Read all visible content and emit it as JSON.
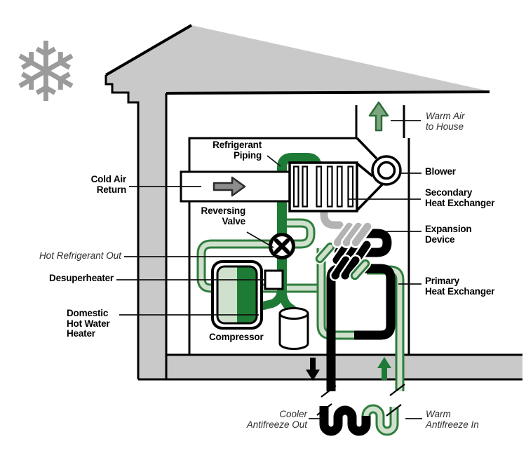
{
  "diagram": {
    "title": "Geothermal heat pump heating-cycle diagram (cutaway house)",
    "season_icon": "snowflake",
    "snowflake_glyph": "❄",
    "labels": {
      "refrigerant_piping": "Refrigerant\nPiping",
      "cold_air_return": "Cold Air\nReturn",
      "reversing_valve": "Reversing\nValve",
      "hot_refrigerant_out": "Hot Refrigerant Out",
      "desuperheater": "Desuperheater",
      "domestic_hot_water_heater": "Domestic\nHot Water\nHeater",
      "compressor": "Compressor",
      "warm_air_to_house": "Warm Air\nto House",
      "blower": "Blower",
      "secondary_heat_exchanger": "Secondary\nHeat Exchanger",
      "expansion_device": "Expansion\nDevice",
      "primary_heat_exchanger": "Primary\nHeat Exchanger",
      "cooler_antifreeze_out": "Cooler\nAntifreeze Out",
      "warm_antifreeze_in": "Warm\nAntifreeze In"
    },
    "colors": {
      "hot_pipe_green": "#1e7b35",
      "cool_pipe_fill": "#cfe0cd",
      "cool_pipe_edge": "#2e7d3c",
      "structure_gray": "#c9c9c9",
      "vapor_pipe_gray": "#b3b3b3",
      "cold_air_arrow_gray": "#8c8c8c",
      "warm_air_arrow_green": "#7da77f",
      "snowflake_gray": "#9b9b9b",
      "cold_loop_black": "#000000"
    }
  }
}
